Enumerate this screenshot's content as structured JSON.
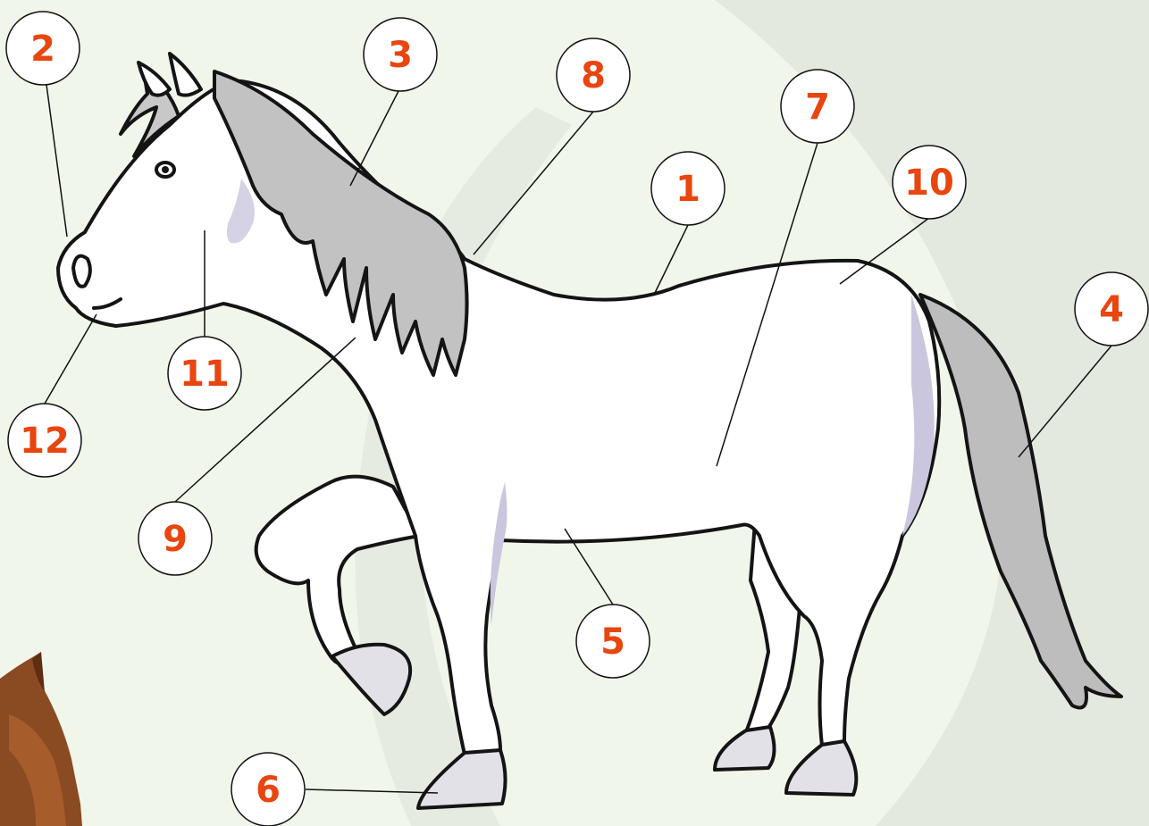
{
  "colors": {
    "background": "#f1f6ea",
    "background_swirl": "#e4e9e0",
    "number_text": "#e8450f",
    "callout_fill": "#ffffff",
    "callout_stroke": "#111111",
    "leader_line": "#111111",
    "horse_outline": "#141414",
    "horse_body": "#ffffff",
    "horse_shade": "#c9c6de",
    "mane_tail": "#bdbdbd",
    "photo_horse": "#8a4a22"
  },
  "callouts": [
    {
      "number": "1"
    },
    {
      "number": "2"
    },
    {
      "number": "3"
    },
    {
      "number": "4"
    },
    {
      "number": "5"
    },
    {
      "number": "6"
    },
    {
      "number": "7"
    },
    {
      "number": "8"
    },
    {
      "number": "9"
    },
    {
      "number": "10"
    },
    {
      "number": "11"
    },
    {
      "number": "12"
    }
  ]
}
